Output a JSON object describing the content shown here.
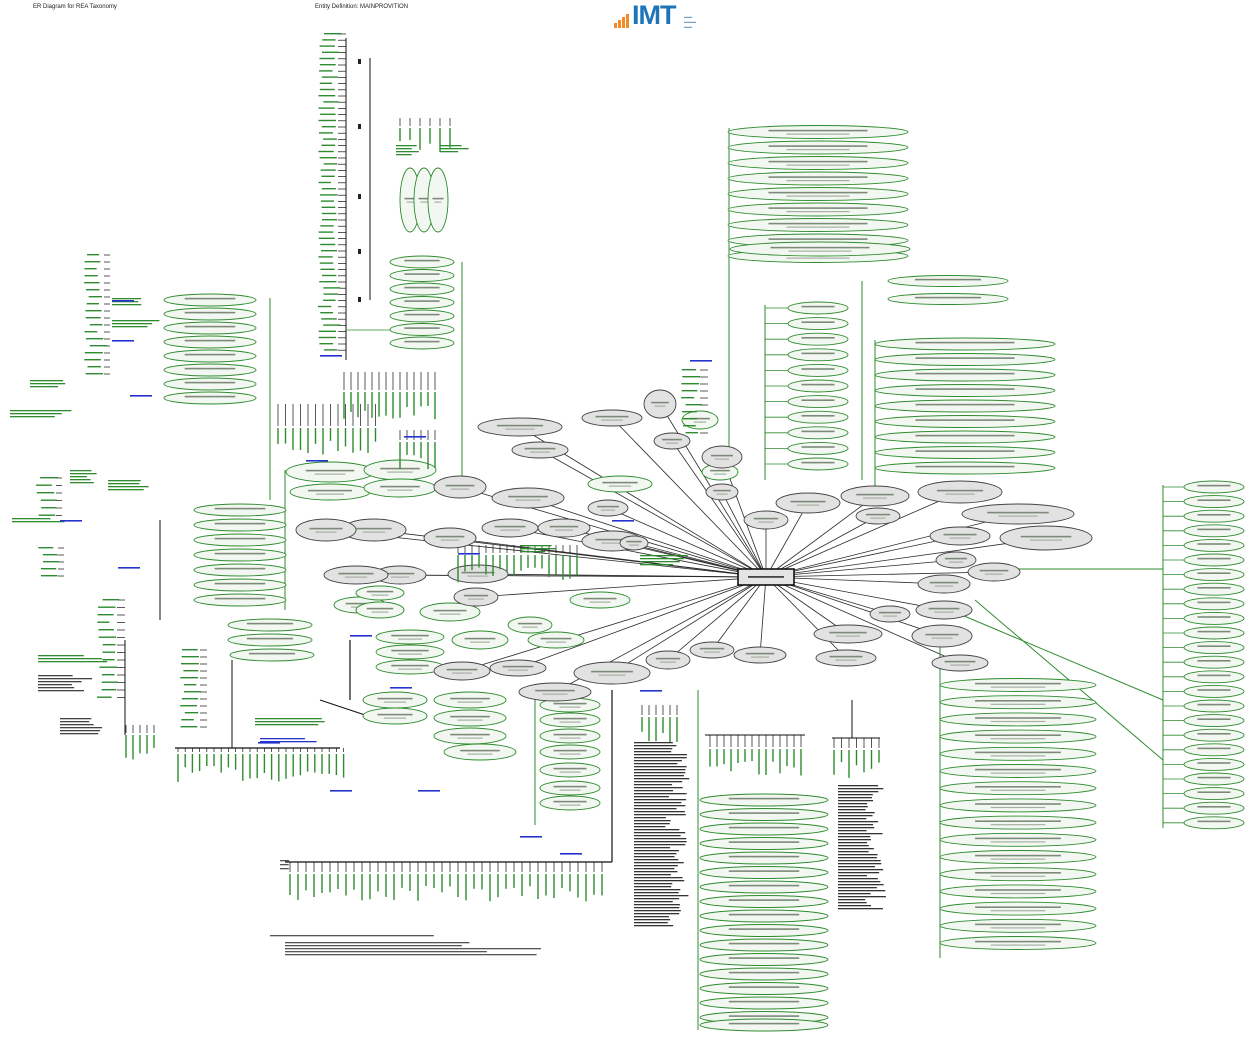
{
  "header": {
    "doc_title": "ER Diagram for REA Taxonomy",
    "entity_title": "Entity Definition: MAINPROVITION"
  },
  "logo": {
    "text": "IMT"
  },
  "colors": {
    "line_green": "#2e8b2e",
    "node_fill": "#f3f7f1",
    "central_fill": "#e4e4e4",
    "spoke": "#2a2a2a",
    "link_blue": "#2333cc",
    "logo_blue": "#1e74b8",
    "logo_orange": "#f28c28"
  }
}
